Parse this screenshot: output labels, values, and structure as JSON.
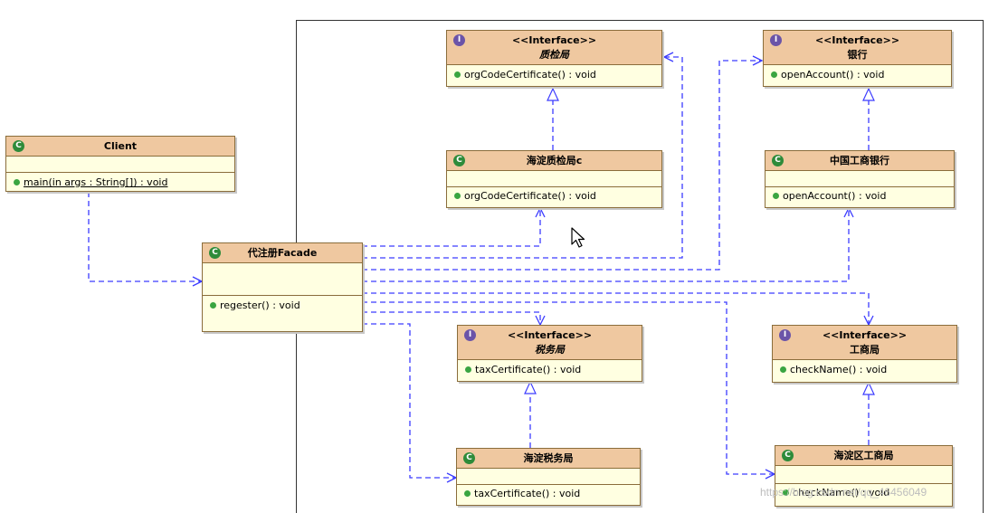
{
  "diagram": {
    "client": {
      "name": "Client",
      "operation": "main(in args : String[]) : void"
    },
    "facade": {
      "name": "代注册Facade",
      "operation": "regester() : void"
    },
    "quality_interface": {
      "stereotype": "<<Interface>>",
      "name": "质检局",
      "operation": "orgCodeCertificate() : void"
    },
    "quality_impl": {
      "name": "海淀质检局c",
      "operation": "orgCodeCertificate() : void"
    },
    "bank_interface": {
      "stereotype": "<<Interface>>",
      "name": "银行",
      "operation": "openAccount() : void"
    },
    "bank_impl": {
      "name": "中国工商银行",
      "operation": "openAccount() : void"
    },
    "tax_interface": {
      "stereotype": "<<Interface>>",
      "name": "税务局",
      "operation": "taxCertificate() : void"
    },
    "tax_impl": {
      "name": "海淀税务局",
      "operation": "taxCertificate() : void"
    },
    "business_interface": {
      "stereotype": "<<Interface>>",
      "name": "工商局",
      "operation": "checkName() : void"
    },
    "business_impl": {
      "name": "海淀区工商局",
      "operation": "checkName() : void"
    },
    "icons": {
      "class_icon": "C",
      "interface_icon": "I"
    },
    "colors": {
      "header": "#efc8a0",
      "body": "#ffffe1",
      "connector": "#3c3cff",
      "class_icon": "#2e8b3a",
      "interface_icon": "#6b54a8"
    }
  },
  "watermark": "https://blog.csdn.net/qq_46456049"
}
